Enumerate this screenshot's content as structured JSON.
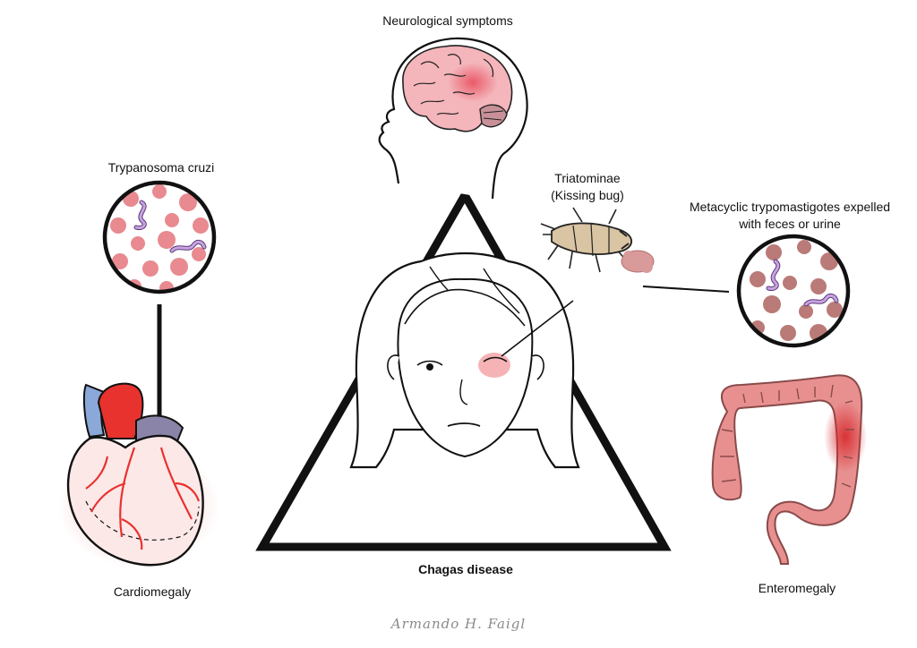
{
  "labels": {
    "neurological": "Neurological symptoms",
    "trypanosoma": "Trypanosoma cruzi",
    "triatominae_line1": "Triatominae",
    "triatominae_line2": "(Kissing bug)",
    "metacyclic_line1": "Metacyclic trypomastigotes expelled",
    "metacyclic_line2": "with feces or urine",
    "cardiomegaly": "Cardiomegaly",
    "chagas": "Chagas disease",
    "enteromegaly": "Enteromegaly"
  },
  "signature": "Armando H. Faigl",
  "colors": {
    "outline": "#111111",
    "cell_left": "#e88a90",
    "cell_right": "#b97a78",
    "parasite": "#c9a2e0",
    "brain": "#f4b5bb",
    "heart_red": "#e8322e",
    "heart_blue": "#8aa8d8",
    "heart_purple": "#8a84a8",
    "colon": "#e89090",
    "colon_hot": "#e04848",
    "bug_body": "#d9c4a3",
    "feces": "#d99a9a"
  }
}
